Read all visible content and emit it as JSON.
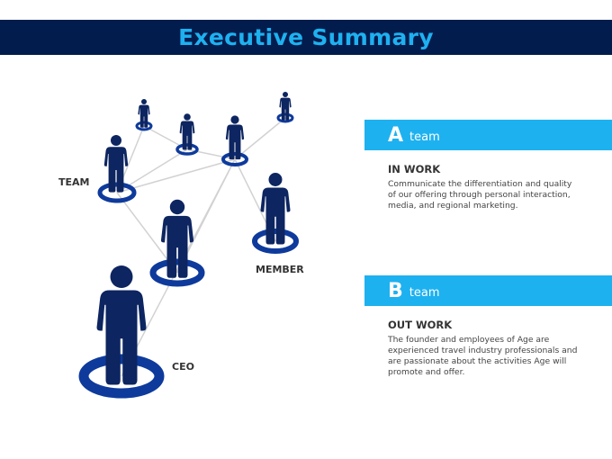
{
  "title": "Executive Summary",
  "diagram": {
    "labels": {
      "team": "TEAM",
      "member": "MEMBER",
      "ceo": "CEO"
    },
    "icons": [
      "person-icon",
      "ring-icon"
    ],
    "colors": {
      "figure": "#0d2560",
      "ring": "#0e3a9c",
      "line": "#d2d2d2"
    }
  },
  "panels": [
    {
      "letter": "A",
      "team_word": "team",
      "heading": "IN WORK",
      "text": "Communicate the differentiation and quality of our offering through personal interaction, media, and regional marketing."
    },
    {
      "letter": "B",
      "team_word": "team",
      "heading": "OUT WORK",
      "text": "The founder and employees of Age are experienced travel industry professionals and are passionate about the activities  Age will promote and offer."
    }
  ],
  "colors": {
    "title_bar": "#031c4e",
    "accent": "#1eb1f0"
  }
}
